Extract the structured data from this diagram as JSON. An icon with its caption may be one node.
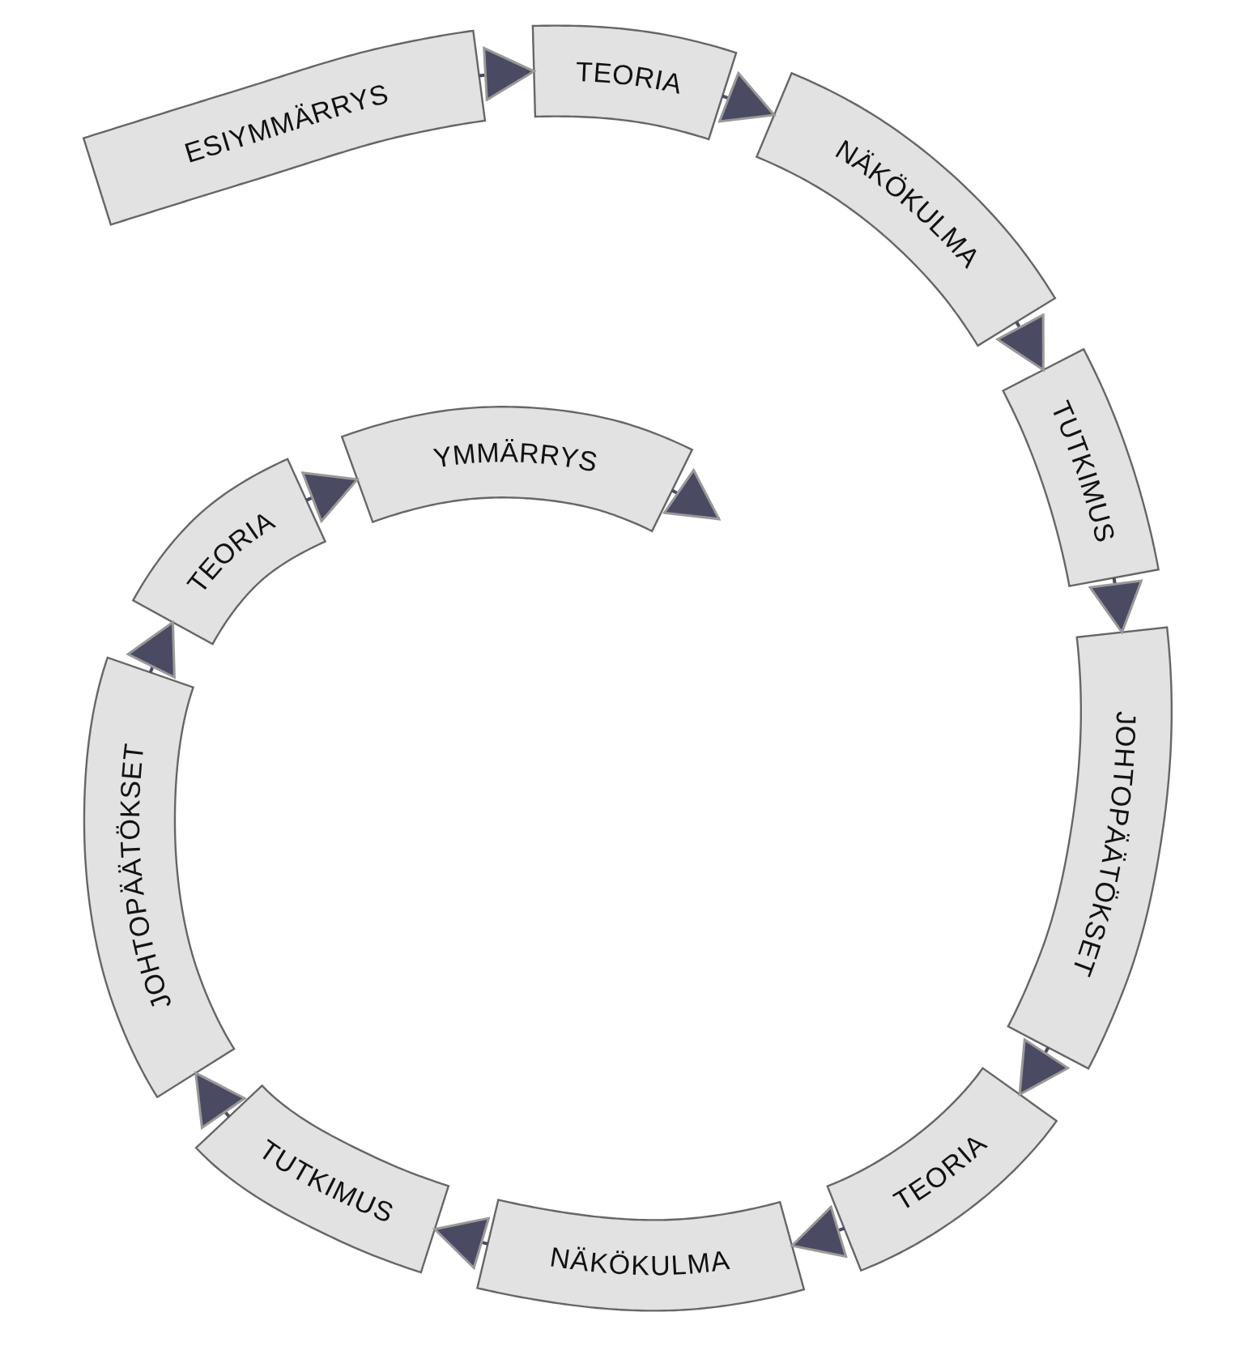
{
  "diagram": {
    "nodes": [
      {
        "text": [
          "ESIYMMÄRRYS"
        ]
      },
      {
        "text": [
          "TEORIA"
        ]
      },
      {
        "text": [
          "NÄKÖKULMA"
        ]
      },
      {
        "text": [
          "TUTKIMUS"
        ]
      },
      {
        "text": [
          "JOHTOPÄÄTÖKSET"
        ]
      },
      {
        "text": [
          "TEORIA"
        ]
      },
      {
        "text": [
          "NÄKÖKULMA"
        ]
      },
      {
        "text": [
          "TUTKIMUS"
        ]
      },
      {
        "text": [
          "JOHTOPÄÄTÖKSET"
        ]
      },
      {
        "text": [
          "TEORIA"
        ]
      },
      {
        "text": [
          "YMMÄRRYS"
        ]
      }
    ],
    "edges": [
      {
        "from": 0,
        "to": 1,
        "arrow": "to"
      },
      {
        "from": 1,
        "to": 2,
        "arrow": "to"
      },
      {
        "from": 2,
        "to": 3,
        "arrow": "to"
      },
      {
        "from": 3,
        "to": 4,
        "arrow": "to"
      },
      {
        "from": 4,
        "to": 5,
        "arrow": "to"
      },
      {
        "from": 5,
        "to": 6,
        "arrow": "to"
      },
      {
        "from": 6,
        "to": 7,
        "arrow": "to"
      },
      {
        "from": 7,
        "to": 8,
        "arrow": "to"
      },
      {
        "from": 8,
        "to": 9,
        "arrow": "to"
      },
      {
        "from": 9,
        "to": 10,
        "arrow": "to"
      },
      {
        "from": 10,
        "to": null,
        "arrow": "to"
      }
    ]
  }
}
